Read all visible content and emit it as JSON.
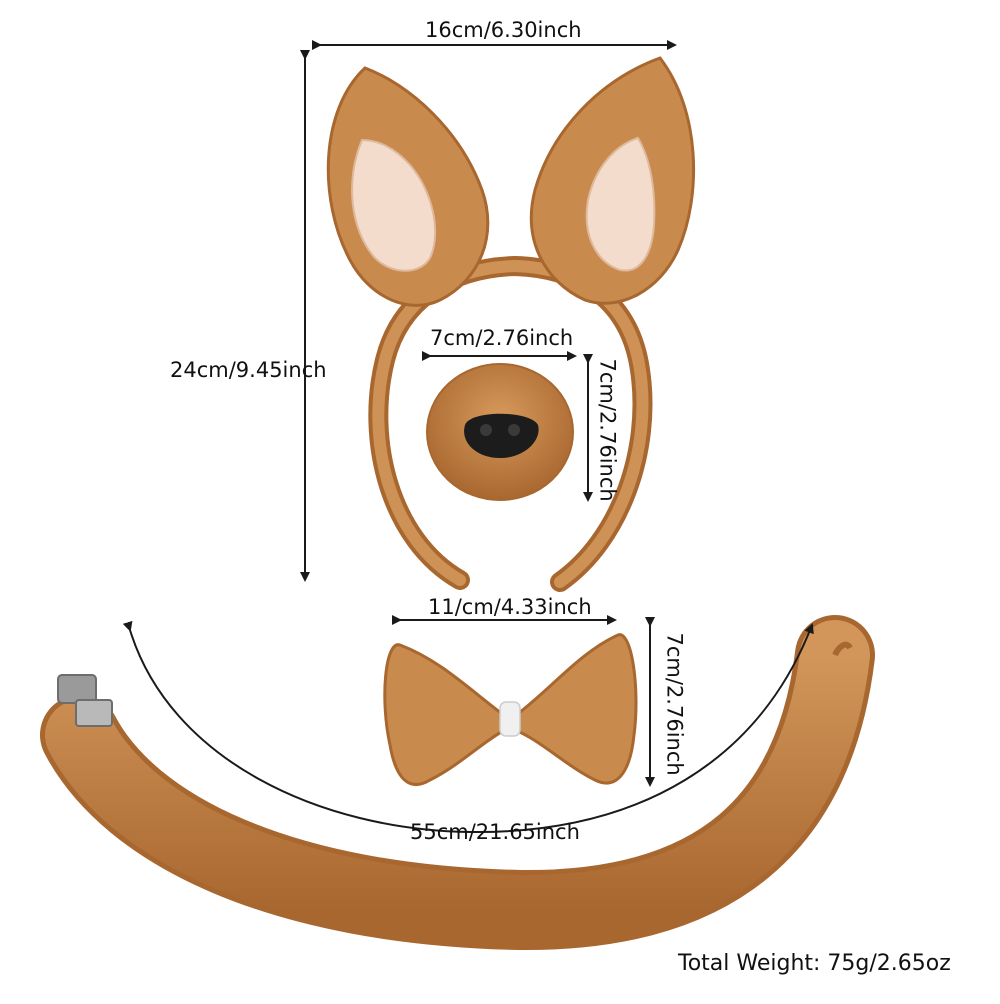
{
  "dimensions": {
    "headband_width": "16cm/6.30inch",
    "headband_height": "24cm/9.45inch",
    "nose_width": "7cm/2.76inch",
    "nose_height": "7cm/2.76inch",
    "bowtie_width": "11/cm/4.33inch",
    "bowtie_height": "7cm/2.76inch",
    "tail_length": "55cm/21.65inch"
  },
  "total_weight": "Total Weight: 75g/2.65oz",
  "colors": {
    "plush": "#c98a4e",
    "plush_dark": "#a8672f",
    "ear_inner": "#f3dccb",
    "nose_tip": "#1c1c1c",
    "arrow": "#1a1a1a",
    "clip_metal": "#9a9a9a",
    "band_center": "#f0f0f0"
  }
}
